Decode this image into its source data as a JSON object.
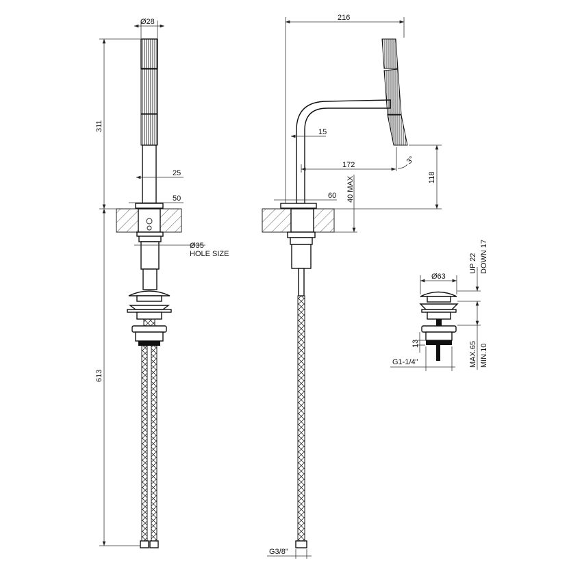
{
  "front_view": {
    "handle_diameter": "Ø28",
    "height_above_deck": "311",
    "stem_width": "25",
    "base_width": "50",
    "hole_diameter": "Ø35",
    "hole_size_label": "HOLE SIZE",
    "height_below_deck": "613"
  },
  "side_view": {
    "overall_reach": "216",
    "spout_diameter": "15",
    "spout_reach": "172",
    "handle_angle": "3°",
    "spout_height": "118",
    "deck_thickness": "40 MAX",
    "base_width": "60",
    "hose_connection": "G3/8\""
  },
  "waste_detail": {
    "cap_diameter": "Ø63",
    "travel_up": "UP 22",
    "travel_down": "DOWN 17",
    "thread_length": "13",
    "thread": "G1-1/4\"",
    "max_thickness": "MAX.65",
    "min_thickness": "MIN.10"
  }
}
